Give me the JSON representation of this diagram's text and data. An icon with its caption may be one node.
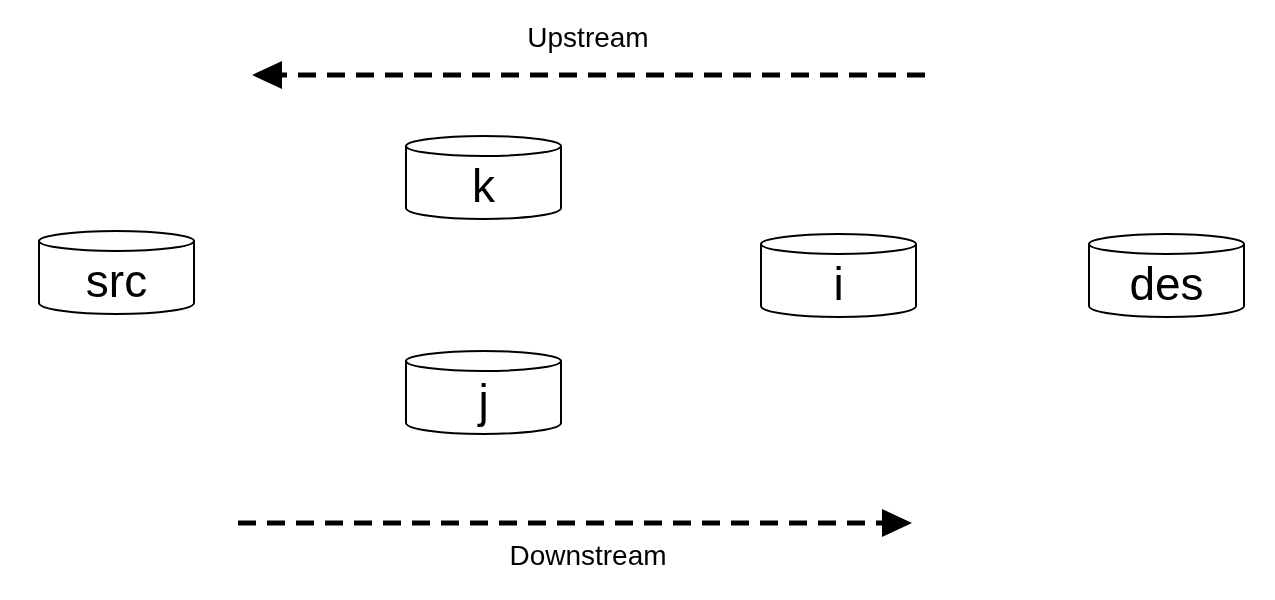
{
  "diagram": {
    "nodes": [
      {
        "text": [
          "src"
        ]
      },
      {
        "text": [
          "k"
        ]
      },
      {
        "text": [
          "j"
        ]
      },
      {
        "text": [
          "i"
        ]
      },
      {
        "text": [
          "des"
        ]
      }
    ],
    "labels": [
      "Upstream",
      "Downstream"
    ]
  }
}
